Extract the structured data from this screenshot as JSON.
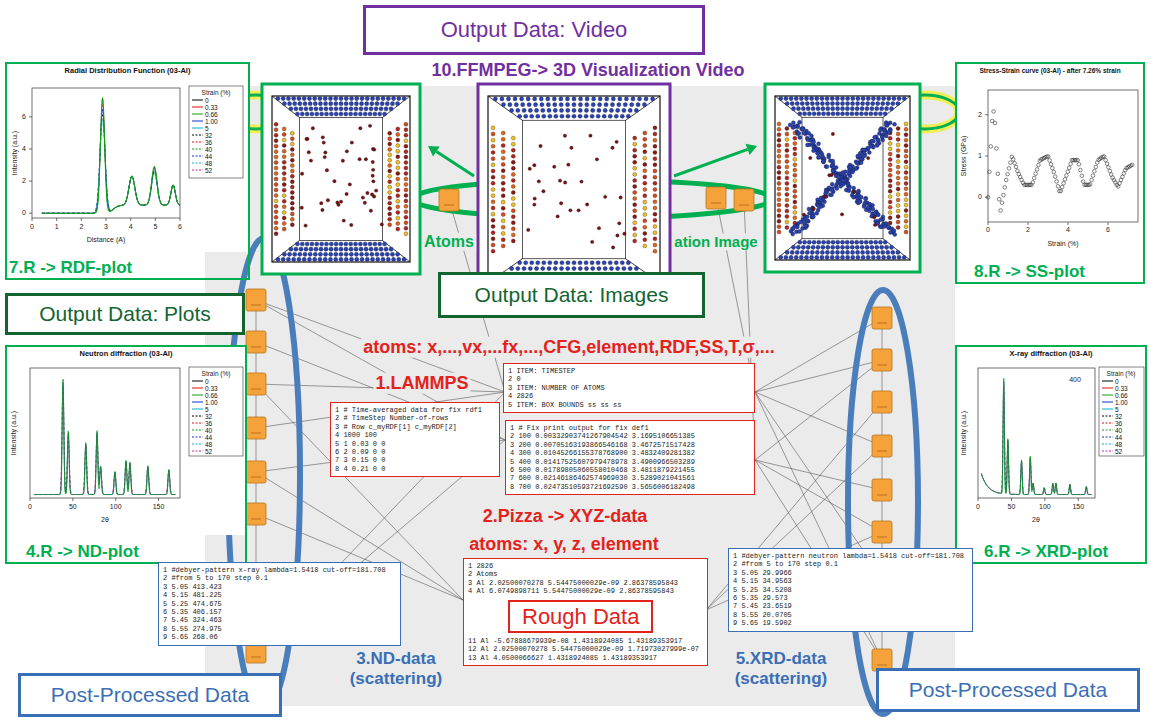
{
  "diagram": {
    "nodes": [
      {
        "text": [
          "Output Data: Video"
        ]
      },
      {
        "text": [
          "Radial Distribution Function (03-Al)",
          "7.R -> RDF-plot"
        ]
      },
      {
        "text": [
          "Stress-Strain curve (03-Al) - after 7.26% strain",
          "8.R -> SS-plot"
        ]
      },
      {
        "text": [
          "Output Data: Images"
        ]
      },
      {
        "text": [
          "Output Data: Plots"
        ]
      },
      {
        "text": [
          "1 ITEM: TIMESTEP",
          "2 0",
          "3 ITEM: NUMBER OF ATOMS",
          "4 2826",
          "5 ITEM: BOX BOUNDS ss ss ss"
        ]
      },
      {
        "text": [
          "Neutron diffraction (03-Al)",
          "4.R -> ND-plot"
        ]
      },
      {
        "text": [
          "X-ray diffraction (03-Al)",
          "6.R -> XRD-plot"
        ]
      },
      {
        "text": [
          "1 # Time-averaged data for fix rdf1",
          "2 # TimeStep Number-of-rows",
          "3 # Row c_myRDF[1] c_myRDF[2]",
          "4 1000 100",
          "5 1 0.03 0 0",
          "6 2 0.09 0 0",
          "7 3 0.15 0 0",
          "8 4 0.21 0 0"
        ]
      },
      {
        "text": [
          "1 # Fix print output for fix def1",
          "2 100 0.00332903741267904542 3.1695106651385",
          "3 200 0.00705163193866546168 3.4672571517428",
          "4 300 0.01045266155378768900 3.4832409281382",
          "5 400 0.01417525607979478978 3.4900966503289",
          "6 500 0.01789805060558010468 3.4811879221455",
          "7 600 0.02146186462574969030 3.5289021041561",
          "8 700 0.02473510593721692590 3.5656006182498"
        ]
      },
      {
        "text": [
          "1 2826",
          "2 Atoms",
          "3 Al 2.02500070278 5.54475000029e-09 2.86378595843",
          "4 Al 6.0749898711 5.54475000029e-09 2.86378595843",
          "11 Al -5.67888679939e-08 1.4318924085 1.43189353917",
          "12 Al 2.02500070278 5.54475000029e-09 1.71973027999e-07",
          "13 Al 4.0500066627 1.4318924085 1.43189353917"
        ]
      },
      {
        "text": [
          "Rough Data"
        ],
        "in": 10
      },
      {
        "text": [
          "1 #debyer-pattern x-ray lambda=1.5418 cut-off=181.708",
          "2 #from 5 to 170 step 0.1",
          "3 5.05 413.423",
          "4 5.15 481.225",
          "5 5.25 474.675",
          "6 5.35 406.157",
          "7 5.45 324.463",
          "8 5.55 274.975",
          "9 5.65 268.06",
          "3.ND-data (scattering)"
        ]
      },
      {
        "text": [
          "1 #debyer-pattern neutron lambda=1.5418 cut-off=181.708",
          "2 #from 5 to 170 step 0.1",
          "3 5.05 29.9966",
          "4 5.15 34.9563",
          "5 5.25 34.5208",
          "6 5.35 29.573",
          "7 5.45 23.6519",
          "8 5.55 20.0705",
          "9 5.65 19.5902",
          "5.XRD-data (scattering)"
        ]
      },
      {
        "text": [
          "Post-Processed Data"
        ]
      },
      {
        "text": [
          "Post-Processed Data"
        ]
      }
    ],
    "labels": [
      "10.FFMPEG-> 3D Visualization Video",
      "Atoms",
      "ation Image",
      "atoms: x,...,vx,...fx,...,CFG,element,RDF,SS,T,σ,...",
      "1.LAMMPS",
      "2.Pizza -> XYZ-data",
      "atoms: x, y, z, element",
      "Intensity (a.u.)",
      "Distance (A)",
      "Strain (%)",
      "0",
      "2",
      "4",
      "6",
      "0",
      "1",
      "2",
      "3",
      "4",
      "5",
      "6",
      "Stress (GPa)",
      "Strain (%)",
      "0",
      "1",
      "2",
      "0",
      "2",
      "4",
      "6",
      "Intensity (a.u.)",
      "2θ",
      "Strain (%)",
      "0",
      "50",
      "100",
      "150",
      "Intensity (a.u.)",
      "2θ",
      "Strain (%)",
      "0",
      "50",
      "100",
      "150",
      "400"
    ],
    "legend": [
      {
        "text": "0"
      },
      {
        "text": "0.33"
      },
      {
        "text": "0.66"
      },
      {
        "text": "1.00"
      },
      {
        "text": "5"
      },
      {
        "text": "32"
      },
      {
        "text": "36"
      },
      {
        "text": "40"
      },
      {
        "text": "44"
      },
      {
        "text": "48"
      },
      {
        "text": "52"
      },
      {
        "text": "0"
      },
      {
        "text": "0.33"
      },
      {
        "text": "0.66"
      },
      {
        "text": "1.00"
      },
      {
        "text": "5"
      },
      {
        "text": "32"
      },
      {
        "text": "36"
      },
      {
        "text": "40"
      },
      {
        "text": "44"
      },
      {
        "text": "48"
      },
      {
        "text": "52"
      },
      {
        "text": "0"
      },
      {
        "text": "0.33"
      },
      {
        "text": "0.66"
      },
      {
        "text": "1.00"
      },
      {
        "text": "5"
      },
      {
        "text": "32"
      },
      {
        "text": "36"
      },
      {
        "text": "40"
      },
      {
        "text": "44"
      },
      {
        "text": "48"
      },
      {
        "text": "52"
      }
    ]
  }
}
